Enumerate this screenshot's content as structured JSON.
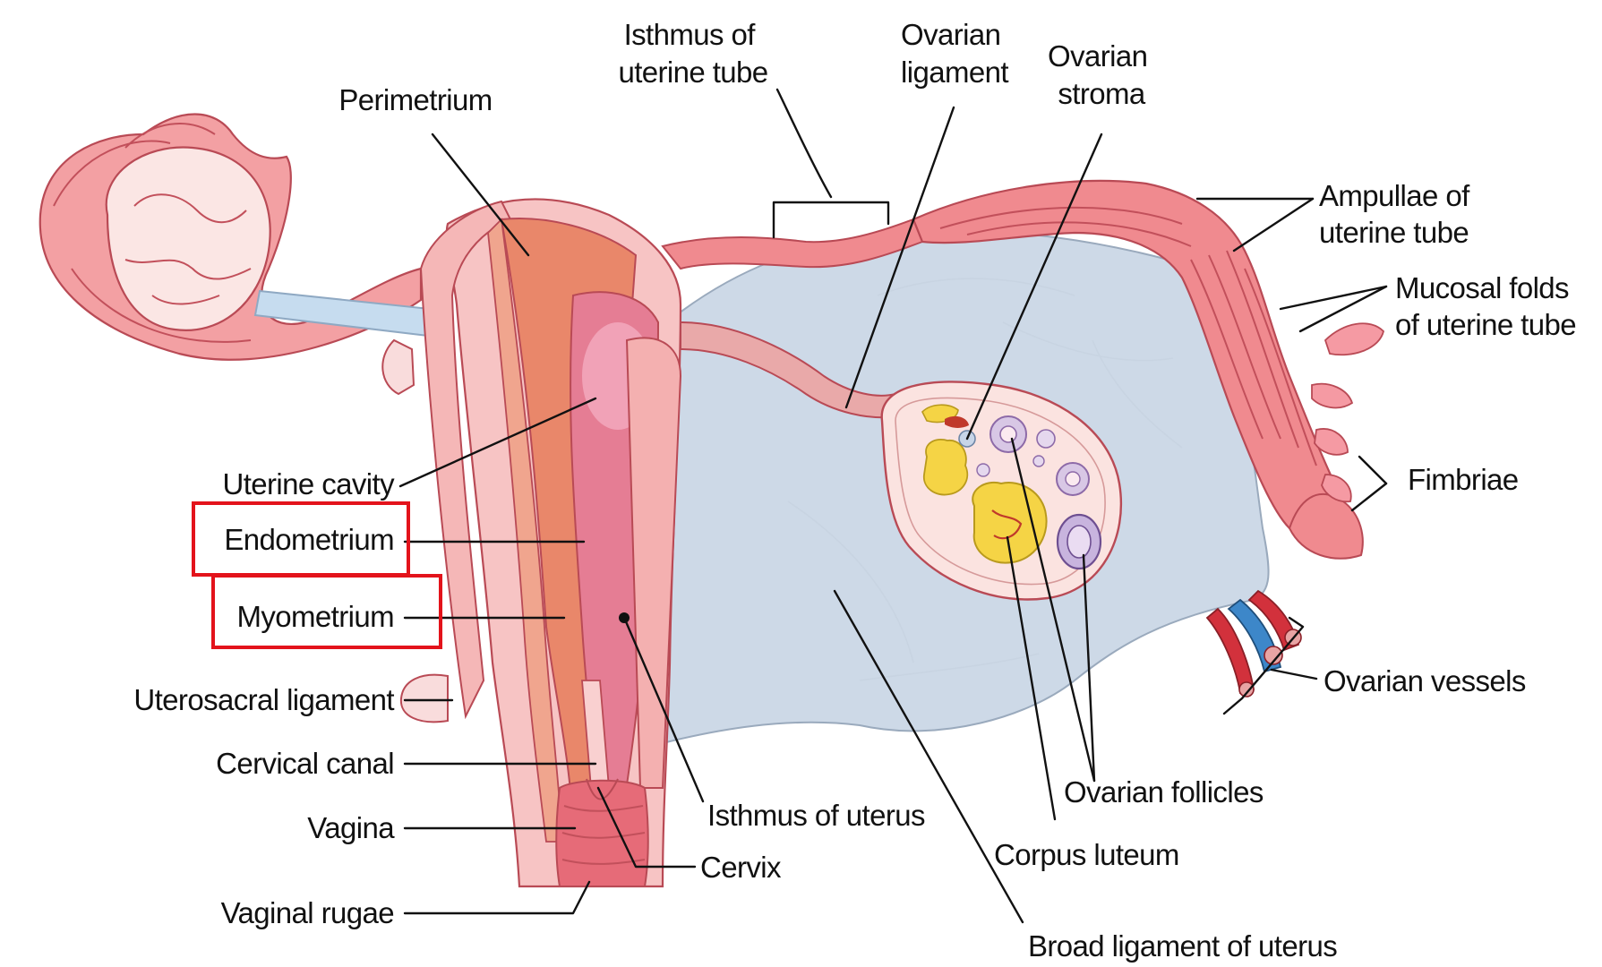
{
  "diagram": {
    "labels": {
      "isthmus_of_uterine_tube": [
        "Isthmus of",
        "uterine tube"
      ],
      "ovarian_ligament": [
        "Ovarian",
        "ligament"
      ],
      "ovarian_stroma": [
        "Ovarian",
        "stroma"
      ],
      "perimetrium": "Perimetrium",
      "ampullae_of_uterine_tube": [
        "Ampullae of",
        "uterine tube"
      ],
      "mucosal_folds_of_uterine_tube": [
        "Mucosal folds",
        "of uterine tube"
      ],
      "fimbriae": "Fimbriae",
      "uterine_cavity": "Uterine cavity",
      "endometrium": "Endometrium",
      "myometrium": "Myometrium",
      "uterosacral_ligament": "Uterosacral ligament",
      "cervical_canal": "Cervical canal",
      "vagina": "Vagina",
      "vaginal_rugae": "Vaginal rugae",
      "isthmus_of_uterus": "Isthmus of uterus",
      "cervix": "Cervix",
      "ovarian_follicles": "Ovarian follicles",
      "corpus_luteum": "Corpus luteum",
      "ovarian_vessels": "Ovarian vessels",
      "broad_ligament_of_uterus": "Broad ligament of uterus"
    },
    "highlighted": [
      "Endometrium",
      "Myometrium"
    ],
    "colors": {
      "highlight_box": "#e3131b",
      "tube": "#f08a8f",
      "myometrium": "#e9876a",
      "cavity": "#e57d94",
      "ligament": "#c9d8e8",
      "ovary": "#fbe3e0",
      "corpus_luteum": "#f5d445",
      "vessel_red": "#d2313c",
      "vessel_blue": "#3d87c9"
    }
  }
}
